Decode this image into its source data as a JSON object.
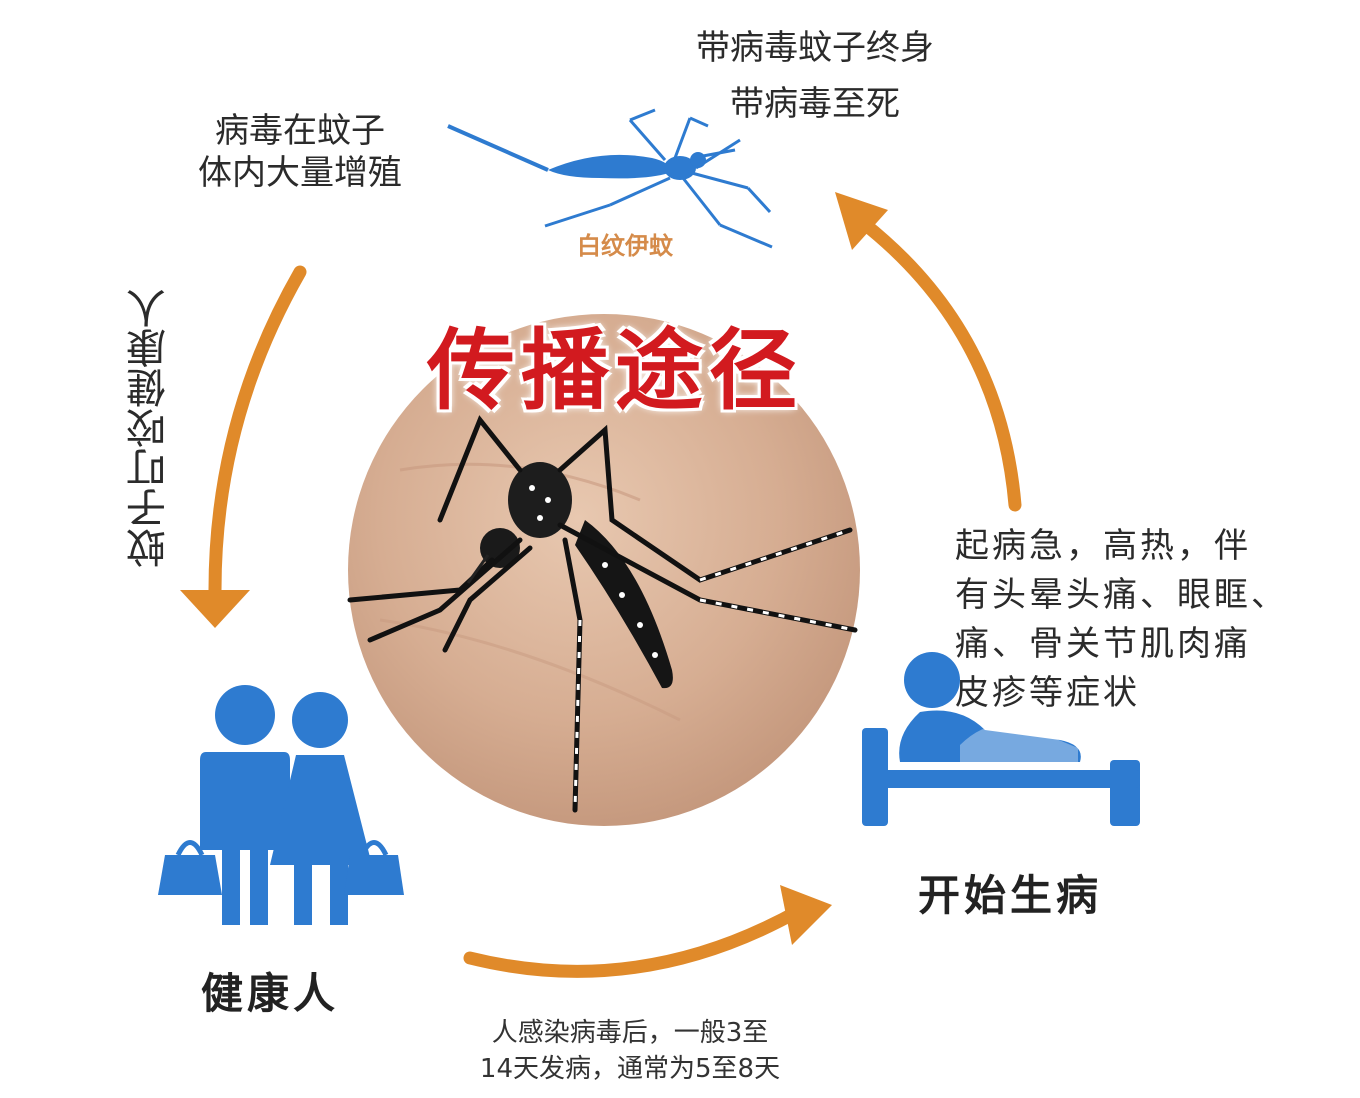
{
  "title": "传播途径",
  "nodes": {
    "mosquito_growth": "病毒在蚊子\n体内大量增殖",
    "mosquito_lifetime_line1": "带病毒蚊子终身",
    "mosquito_lifetime_line2": "带病毒至死",
    "species_name": "白纹伊蚊",
    "bite_healthy": "蚊子叮咬健康人",
    "symptoms": "起病急，高热，伴\n有头晕头痛、眼眶、\n痛、骨关节肌肉痛\n皮疹等症状",
    "start_sick": "开始生病",
    "healthy_person": "健康人",
    "incubation": "人感染病毒后，一般3至\n14天发病，通常为5至8天"
  },
  "colors": {
    "arrow": "#e08a2a",
    "icon_blue": "#2e7bd0",
    "title_red": "#d21a1f",
    "species_orange": "#d58b4a"
  },
  "icons": [
    "mosquito-outline-icon",
    "mosquito-photo",
    "healthy-couple-icon",
    "sick-in-bed-icon"
  ]
}
